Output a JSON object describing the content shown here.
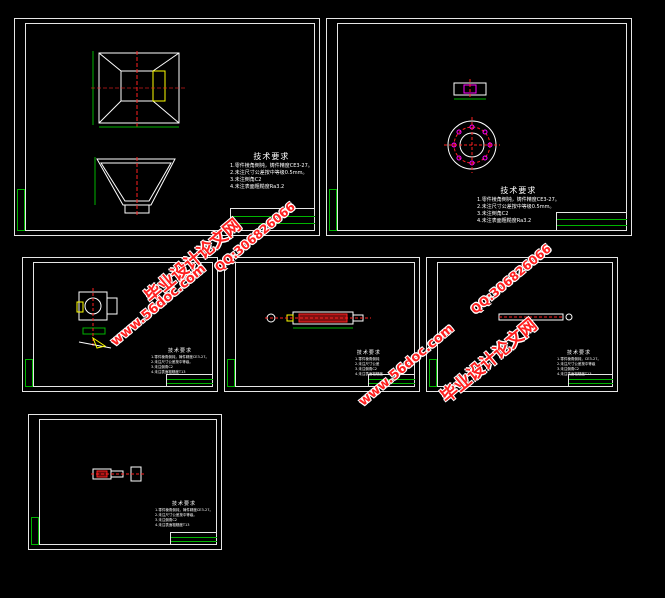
{
  "sheets": [
    {
      "id": "sheet-1",
      "notes_title": "技术要求",
      "notes": [
        "1.零件棱角倒钝，铸件精度CE3-27。",
        "2.未注尺寸公差按中等级0.5mm。",
        "3.未注倒角C2",
        "4.未注表面粗糙度Ra3.2"
      ]
    },
    {
      "id": "sheet-2",
      "notes_title": "技术要求",
      "notes": [
        "1.零件棱角倒钝，铸件精度CE3-27。",
        "2.未注尺寸公差按中等级0.5mm。",
        "3.未注倒角C2",
        "4.未注表面粗糙度Ra3.2"
      ]
    },
    {
      "id": "sheet-3",
      "notes_title": "技术要求",
      "notes": [
        "1.零件棱角倒钝，铸件精度CE3-27。",
        "2.未注尺寸公差按中等级。",
        "3.未注倒角C2",
        "4.未注表面粗糙度T13"
      ]
    },
    {
      "id": "sheet-4",
      "notes_title": "技术要求",
      "notes": [
        "1.零件棱角倒钝",
        "2.未注尺寸公差",
        "3.未注倒角C2",
        "4.未注表面粗糙度"
      ]
    },
    {
      "id": "sheet-5",
      "notes_title": "技术要求",
      "notes": [
        "1.零件棱角倒钝，CE3-27。",
        "2.未注尺寸公差按中等级",
        "3.未注倒角C2",
        "4.未注表面粗糙度T13"
      ]
    },
    {
      "id": "sheet-6",
      "notes_title": "技术要求",
      "notes": [
        "1.零件棱角倒钝，铸件精度CE3-27。",
        "2.未注尺寸公差按中等级。",
        "3.未注倒角C2",
        "4.未注表面粗糙度T13"
      ]
    }
  ],
  "watermarks": {
    "brand": "毕业设计论文网",
    "site": "www.56doc.com",
    "qq": "QQ:306826066"
  },
  "colors": {
    "background": "#000000",
    "border": "#e6e6e6",
    "green": "#00b400",
    "red": "#ff2020",
    "magenta": "#ff00ff",
    "yellow": "#ffff00"
  }
}
